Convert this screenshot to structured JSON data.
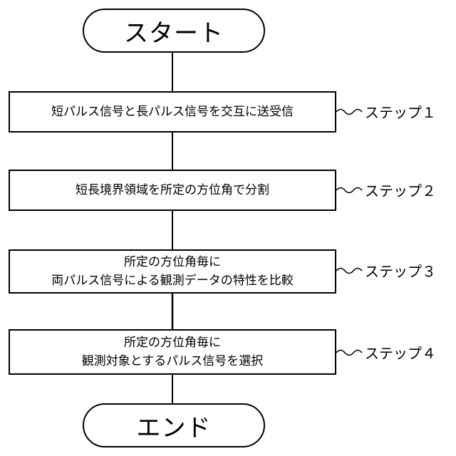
{
  "flowchart": {
    "start": "スタート",
    "end": "エンド",
    "steps": [
      {
        "lines": [
          "短パルス信号と長パルス信号を交互に送受信"
        ],
        "label": "ステップ１"
      },
      {
        "lines": [
          "短長境界領域を所定の方位角で分割"
        ],
        "label": "ステップ２"
      },
      {
        "lines": [
          "所定の方位角毎に",
          "両パルス信号による観測データの特性を比較"
        ],
        "label": "ステップ３"
      },
      {
        "lines": [
          "所定の方位角毎に",
          "観測対象とするパルス信号を選択"
        ],
        "label": "ステップ４"
      }
    ]
  }
}
